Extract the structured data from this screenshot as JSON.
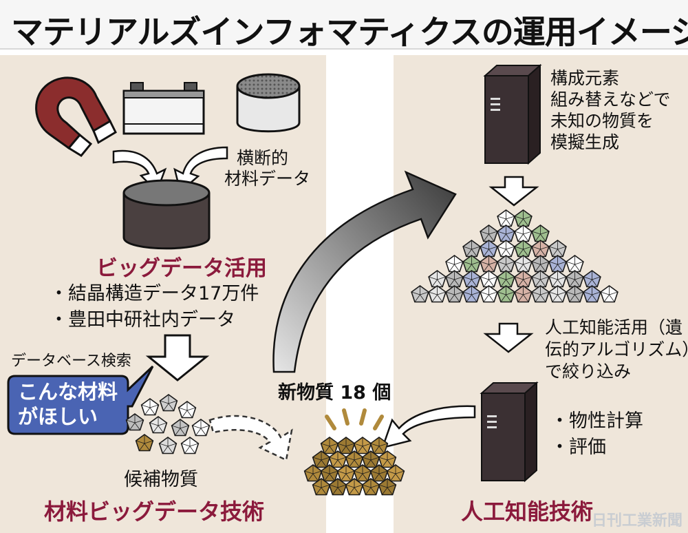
{
  "title": "マテリアルズインフォマティクスの運用イメージ",
  "left": {
    "cross_data_label_1": "横断的",
    "cross_data_label_2": "材料データ",
    "bigdata_title": "ビッグデータ活用",
    "bullets": [
      "・結晶構造データ17万件",
      "・豊田中研社内データ"
    ],
    "db_search_label": "データベース検索",
    "bubble_line1": "こんな材料",
    "bubble_line2": "がほしい",
    "candidates_label": "候補物質",
    "section_footer": "材料ビッグデータ技術"
  },
  "middle": {
    "new_materials_label": "新物質 18 個"
  },
  "right": {
    "server_text": [
      "構成元素",
      "組み替えなどで",
      "未知の物質を",
      "模擬生成"
    ],
    "ai_text": [
      "人工知能活用（遺",
      "伝的アルゴリズム）",
      "で絞り込み"
    ],
    "eval_bullets": [
      "・物性計算",
      "・評価"
    ],
    "section_footer": "人工知能技術"
  },
  "watermark": "日刊工業新聞",
  "colors": {
    "title_bg": "#f6f6f6",
    "panel_bg": "#efe6da",
    "accent_red": "#8b1a3c",
    "bubble_blue": "#4a64b3",
    "server_dark": "#3b3033",
    "gold": "#b08a3c",
    "arrow_gray": "#555555"
  }
}
